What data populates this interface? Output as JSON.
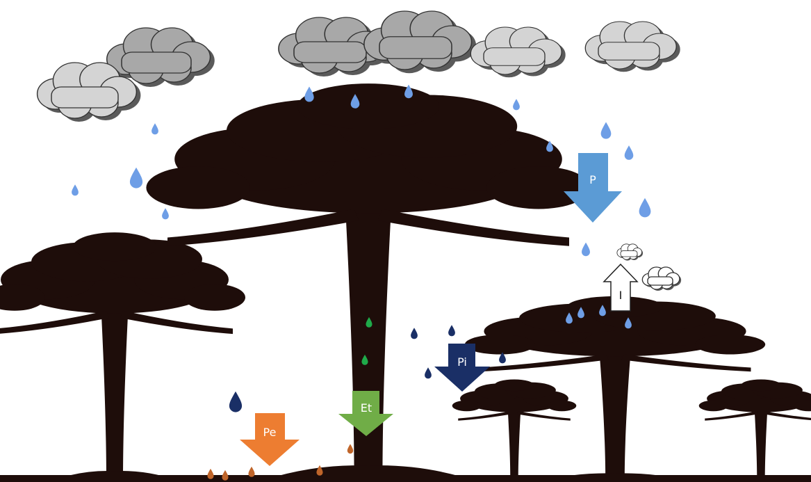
{
  "colors": {
    "tree": "#1e0d0a",
    "cloud_dark": "#a8a8a8",
    "cloud_light": "#d4d4d4",
    "cloud_shadow": "#5a5a5a",
    "rain_drop": "#6e9ee6",
    "arrow_P": "#5b9bd5",
    "arrow_Pi": "#1a2f66",
    "arrow_Et": "#70ad47",
    "arrow_Pe": "#ed7d31",
    "arrow_I": "#ffffff",
    "drop_Pi": "#1a2f66",
    "drop_Et": "#1faa4a",
    "drop_Pe": "#c0652a"
  },
  "arrows": {
    "precipitation": {
      "label": "P",
      "direction": "down"
    },
    "interception": {
      "label": "I",
      "direction": "up"
    },
    "internal_precipitation": {
      "label": "Pi",
      "direction": "down"
    },
    "stemflow": {
      "label": "Et",
      "direction": "down"
    },
    "effective_precipitation": {
      "label": "Pe",
      "direction": "down"
    }
  },
  "icons": {
    "cloud": "cloud-icon",
    "tree": "araucaria-tree-icon",
    "drop": "water-drop-icon",
    "arrow": "arrow-icon"
  }
}
